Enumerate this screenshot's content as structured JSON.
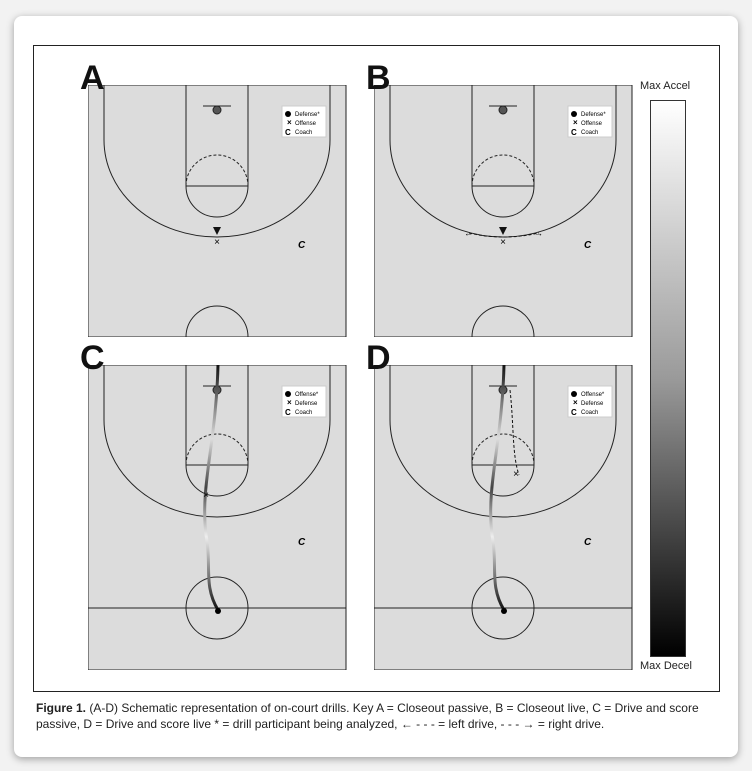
{
  "panels": [
    {
      "label": "A",
      "legend": [
        "Defense*",
        "Offense",
        "Coach"
      ],
      "coach": "C"
    },
    {
      "label": "B",
      "legend": [
        "Defense*",
        "Offense",
        "Coach"
      ],
      "coach": "C"
    },
    {
      "label": "C",
      "legend": [
        "Offense*",
        "Defense",
        "Coach"
      ],
      "coach": "C"
    },
    {
      "label": "D",
      "legend": [
        "Offense*",
        "Defense",
        "Coach"
      ],
      "coach": "C"
    }
  ],
  "colorbar": {
    "top": "Max Accel",
    "bottom": "Max Decel"
  },
  "caption": {
    "figure": "Figure 1.",
    "text": " (A-D) Schematic representation of on-court drills. Key A = Closeout passive, B = Closeout live, C = Drive and score passive, D = Drive and score live * = drill participant being analyzed, ← - - - = left drive, - - - → = right drive."
  }
}
